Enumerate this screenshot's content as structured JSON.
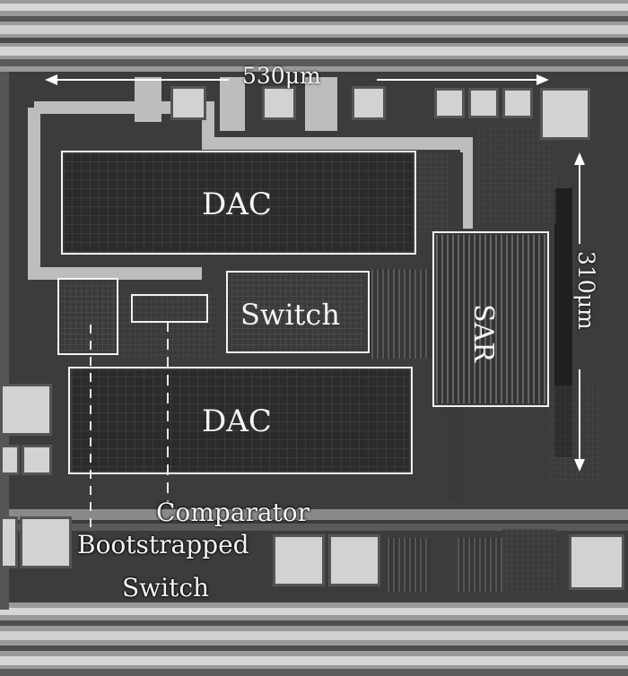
{
  "labels": {
    "dac_top": "DAC",
    "dac_bottom": "DAC",
    "switch": "Switch",
    "sar": "SAR",
    "width_dim": "530μm",
    "height_dim": "310μm",
    "comparator": "Comparator",
    "bootstrapped_line1": "Bootstrapped",
    "bootstrapped_line2": "Switch"
  }
}
